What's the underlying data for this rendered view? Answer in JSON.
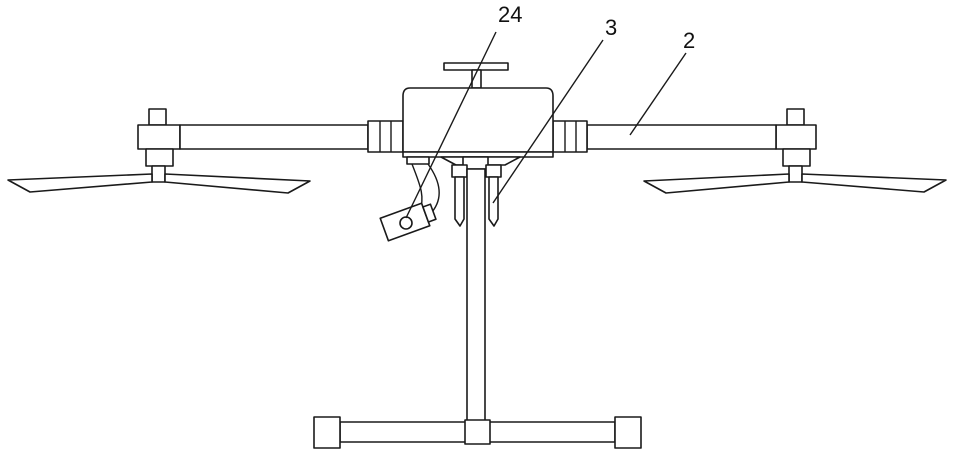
{
  "figure": {
    "labels": [
      {
        "id": "label-24",
        "text": "24"
      },
      {
        "id": "label-3",
        "text": "3"
      },
      {
        "id": "label-2",
        "text": "2"
      }
    ]
  }
}
